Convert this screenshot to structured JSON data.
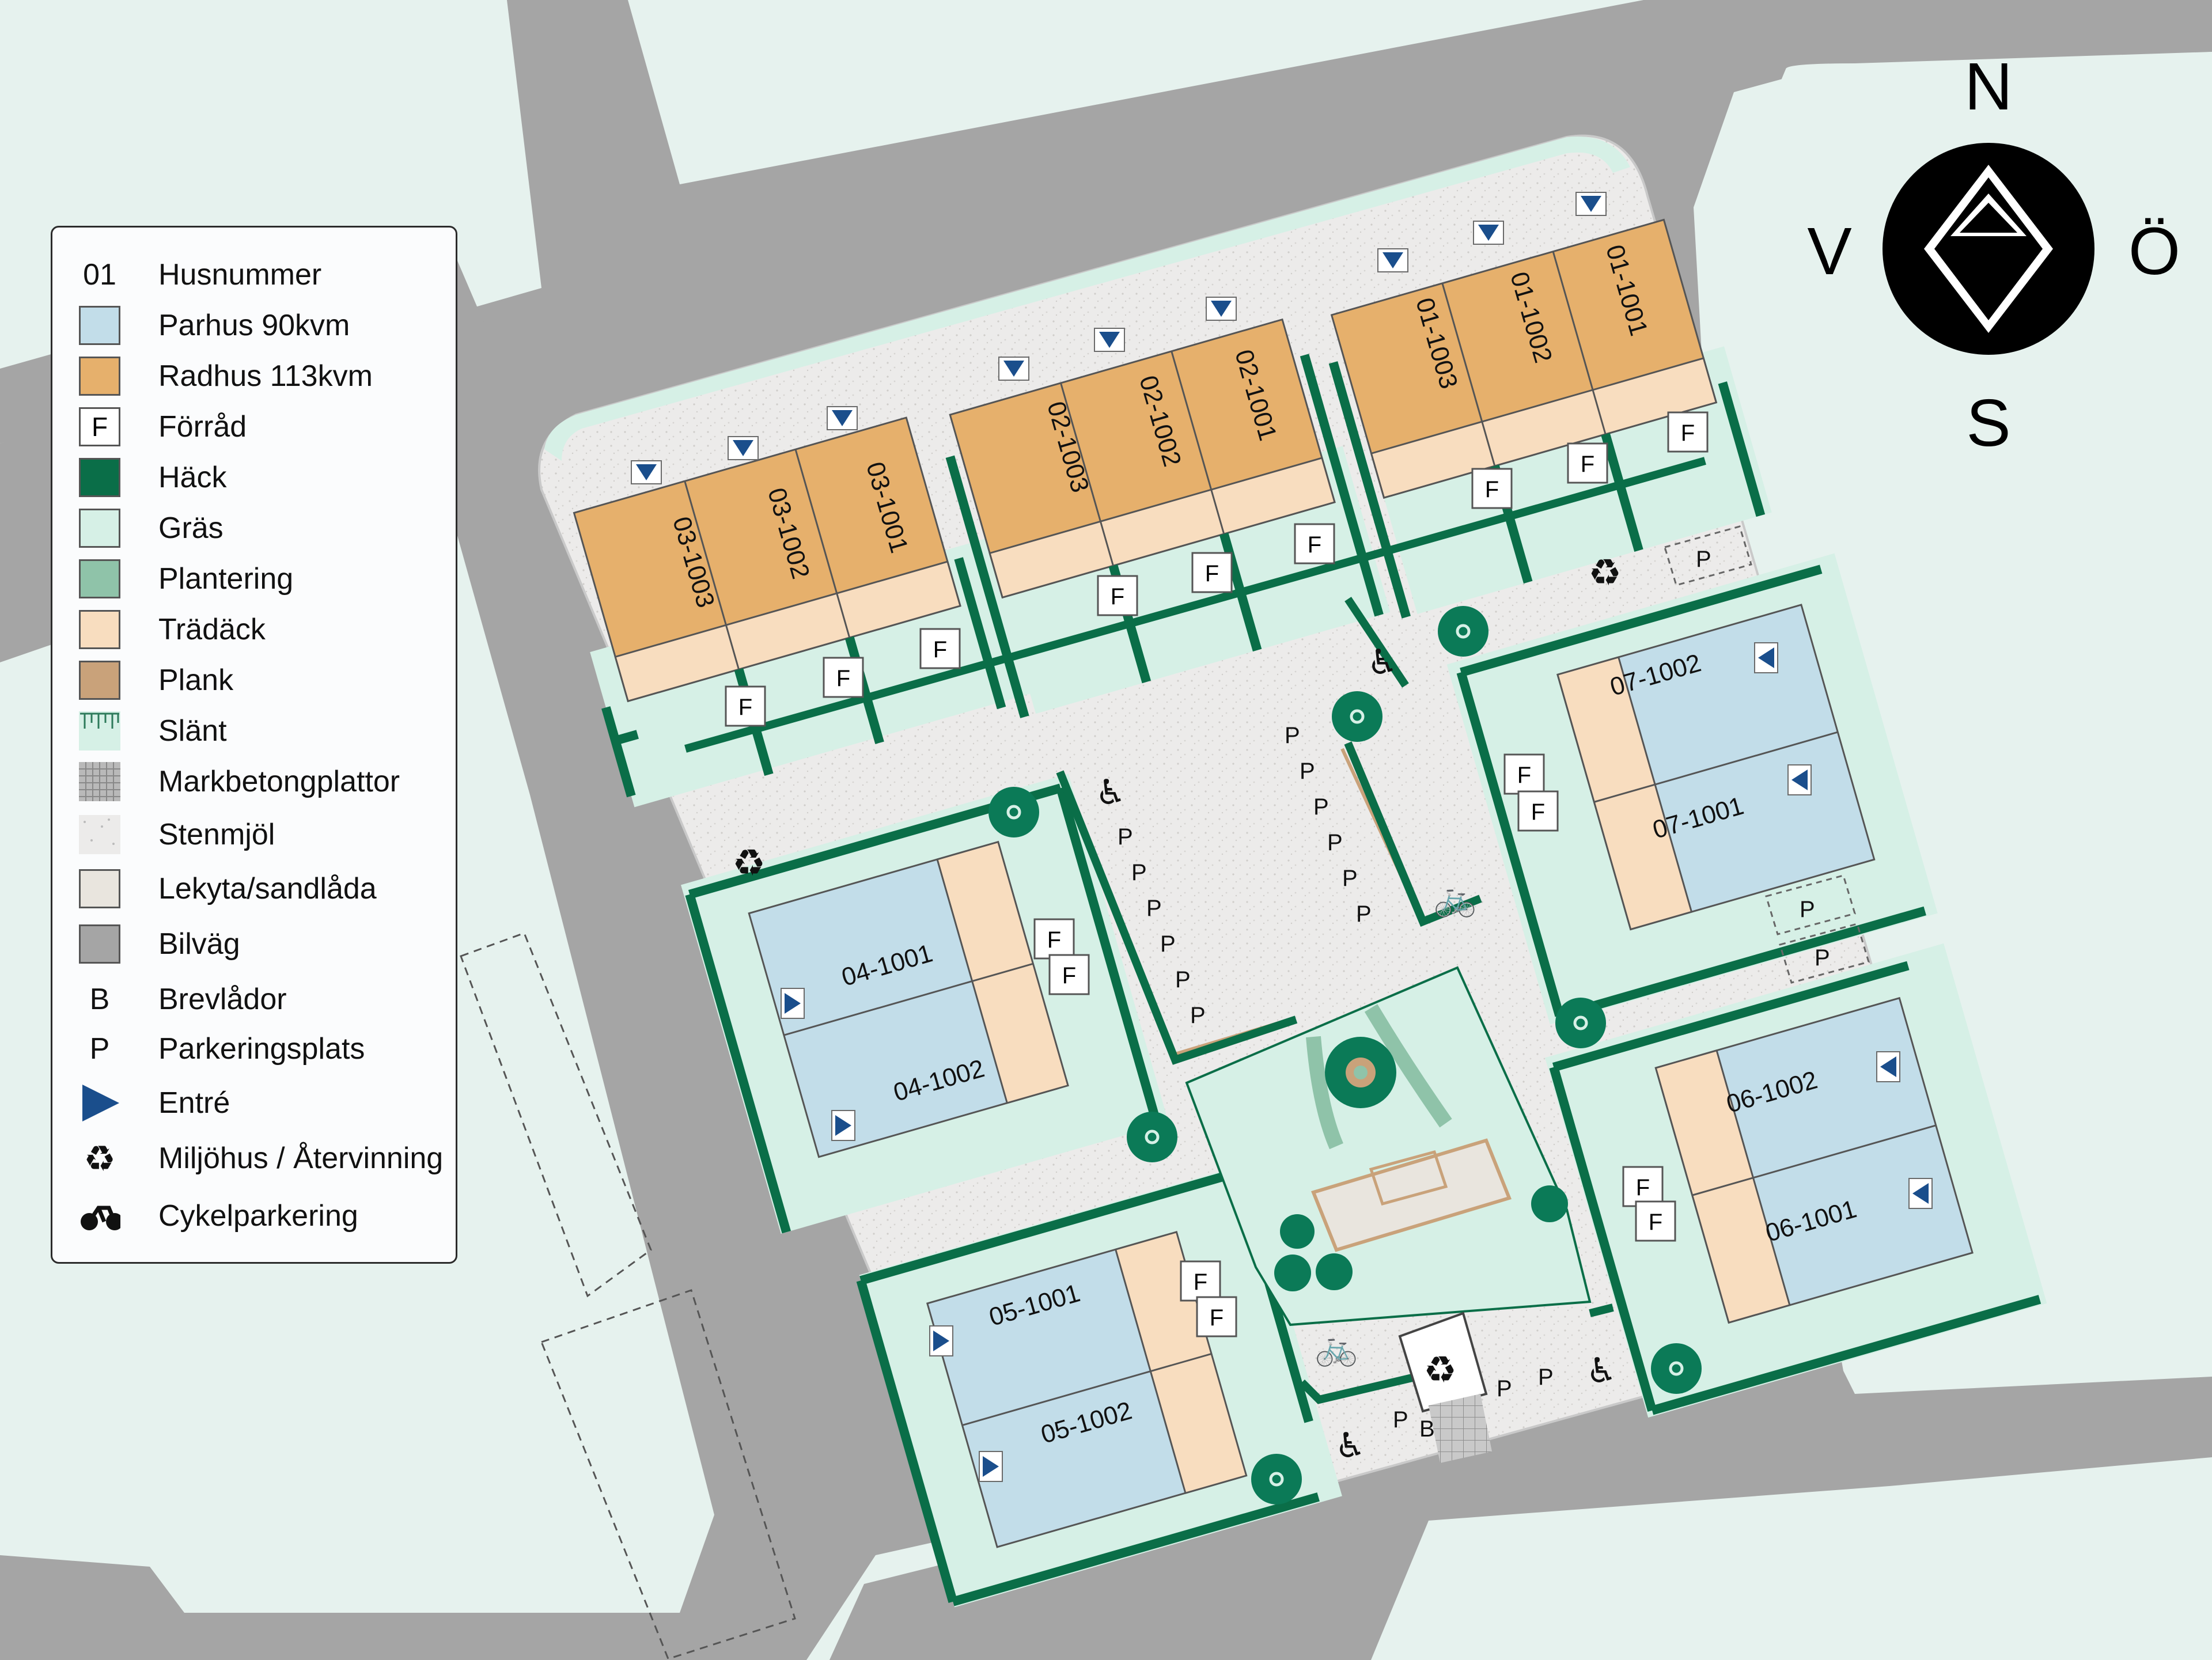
{
  "compass": {
    "north": "N",
    "south": "S",
    "west": "V",
    "east": "Ö"
  },
  "legend": {
    "items": [
      {
        "code": "01",
        "label": "Husnummer",
        "symbol": "text"
      },
      {
        "label": "Parhus 90kvm",
        "symbol": "box",
        "color": "#c2dde9"
      },
      {
        "label": "Radhus 113kvm",
        "symbol": "box",
        "color": "#e6b06c"
      },
      {
        "code": "F",
        "label": "Förråd",
        "symbol": "fbox",
        "color": "#ffffff"
      },
      {
        "label": "Häck",
        "symbol": "box",
        "color": "#0a6e48"
      },
      {
        "label": "Gräs",
        "symbol": "box",
        "color": "#d6f0e6"
      },
      {
        "label": "Plantering",
        "symbol": "box",
        "color": "#8fc3a9"
      },
      {
        "label": "Trädäck",
        "symbol": "box",
        "color": "#f8ddbf"
      },
      {
        "label": "Plank",
        "symbol": "box",
        "color": "#c9a27a"
      },
      {
        "label": "Slänt",
        "symbol": "slope",
        "color": "#d6f0e6"
      },
      {
        "label": "Markbetongplattor",
        "symbol": "grid",
        "color": "#b9b9b9"
      },
      {
        "label": "Stenmjöl",
        "symbol": "dots",
        "color": "#ecebea"
      },
      {
        "label": "Lekyta/sandlåda",
        "symbol": "box",
        "color": "#e9e5de"
      },
      {
        "label": "Bilväg",
        "symbol": "box",
        "color": "#a5a5a5"
      },
      {
        "code": "B",
        "label": "Brevlådor",
        "symbol": "text"
      },
      {
        "code": "P",
        "label": "Parkeringsplats",
        "symbol": "text"
      },
      {
        "label": "Entré",
        "symbol": "triangle",
        "color": "#1a4e8c"
      },
      {
        "label": "Miljöhus / Återvinning",
        "symbol": "recycle"
      },
      {
        "label": "Cykelparkering",
        "symbol": "bike"
      }
    ]
  },
  "houses": {
    "radhus": [
      "03-1003",
      "03-1002",
      "03-1001",
      "02-1003",
      "02-1002",
      "02-1001",
      "01-1003",
      "01-1002",
      "01-1001"
    ],
    "parhus": [
      "04-1001",
      "04-1002",
      "05-1001",
      "05-1002",
      "07-1002",
      "07-1001",
      "06-1002",
      "06-1001"
    ]
  },
  "map_labels": {
    "storage": "F",
    "parking": "P",
    "mailbox": "B"
  }
}
